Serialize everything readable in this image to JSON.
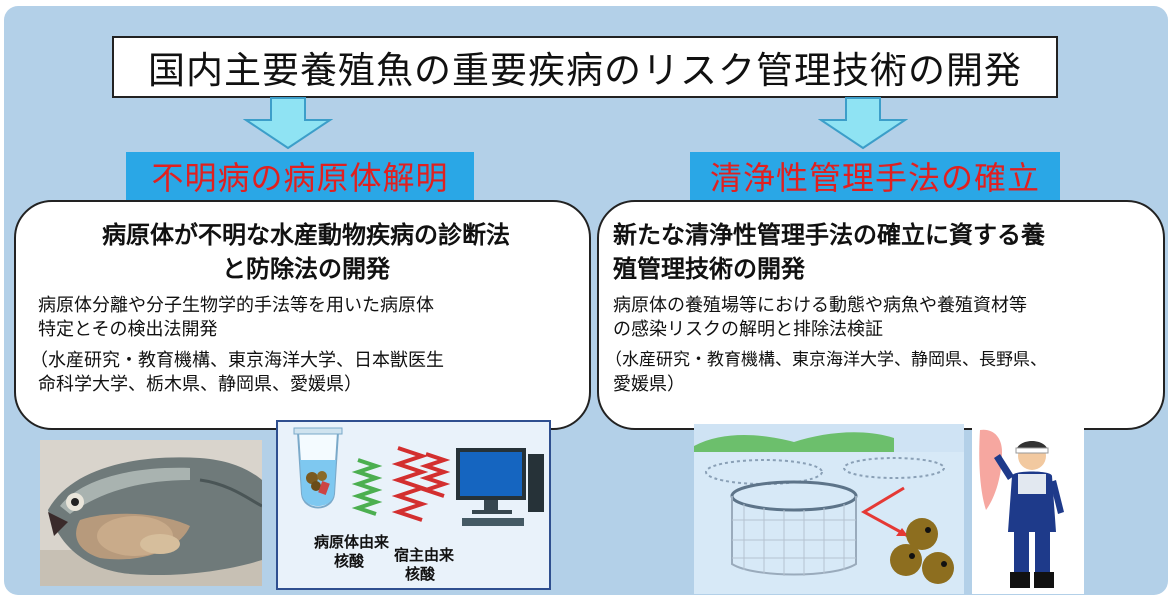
{
  "title": "国内主要養殖魚の重要疾病のリスク管理技術の開発",
  "left": {
    "heading": "不明病の病原体解明",
    "card_title_1": "病原体が不明な水産動物疾病の診断法",
    "card_title_2": "と防除法の開発",
    "desc_1": "病原体分離や分子生物学的手法等を用いた病原体",
    "desc_2": "特定とその検出法開発",
    "orgs_1": "（水産研究・教育機構、東京海洋大学、日本獣医生",
    "orgs_2": "命科学大学、栃木県、静岡県、愛媛県）"
  },
  "right": {
    "heading": "清浄性管理手法の確立",
    "card_title_1": "新たな清浄性管理手法の確立に資する養",
    "card_title_2": "殖管理技術の開発",
    "desc_1": "病原体の養殖場等における動態や病魚や養殖資材等",
    "desc_2": "の感染リスクの解明と排除法検証",
    "orgs_1": "（水産研究・教育機構、東京海洋大学、静岡県、長野県、",
    "orgs_2": "愛媛県）"
  },
  "illustration": {
    "pathogen_label_1": "病原体由来",
    "pathogen_label_2": "核酸",
    "host_label_1": "宿主由来",
    "host_label_2": "核酸"
  },
  "colors": {
    "background": "#b3d0e8",
    "heading_bg": "#2aa7e6",
    "heading_text": "#e02020",
    "arrow": "#8fe3f3"
  }
}
